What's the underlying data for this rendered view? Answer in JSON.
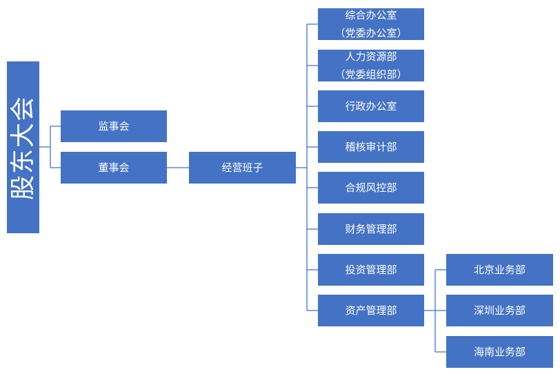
{
  "root": {
    "label": "股东大会"
  },
  "governance": {
    "supervisory": "监事会",
    "board": "董事会"
  },
  "management": {
    "label": "经营班子"
  },
  "departments": [
    {
      "line1": "综合办公室",
      "line2": "（党委办公室）"
    },
    {
      "line1": "人力资源部",
      "line2": "（党委组织部）"
    },
    {
      "line1": "行政办公室"
    },
    {
      "line1": "稽核审计部"
    },
    {
      "line1": "合规风控部"
    },
    {
      "line1": "财务管理部"
    },
    {
      "line1": "投资管理部"
    },
    {
      "line1": "资产管理部"
    }
  ],
  "sub_units": [
    {
      "label": "北京业务部"
    },
    {
      "label": "深圳业务部"
    },
    {
      "label": "海南业务部"
    }
  ],
  "colors": {
    "box_fill": "#4472c4",
    "connector": "#4472c4",
    "text": "#ffffff"
  }
}
